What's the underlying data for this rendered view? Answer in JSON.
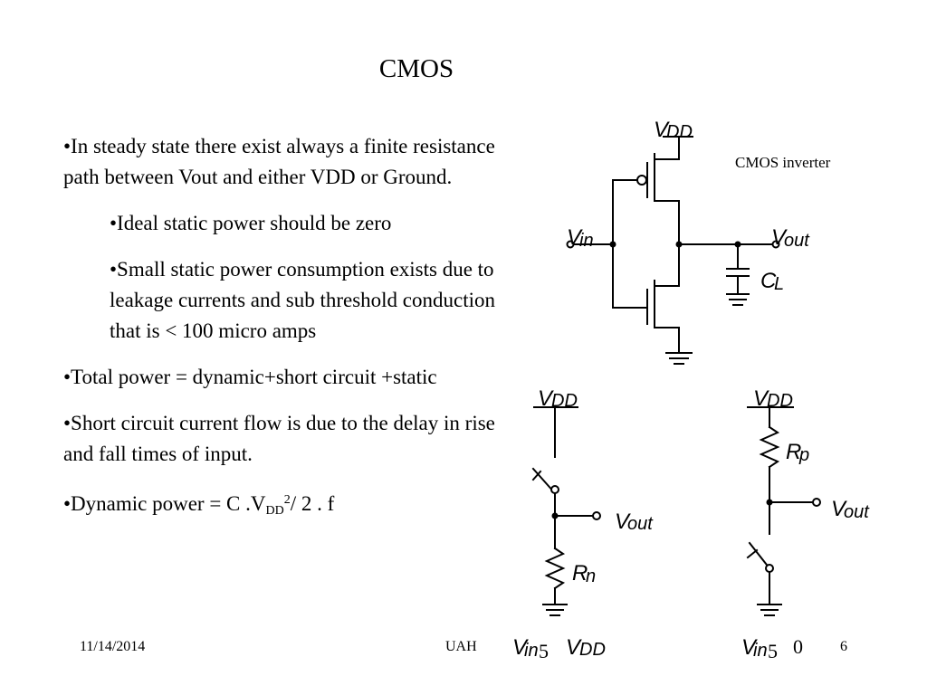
{
  "slide": {
    "title": "CMOS",
    "bullets": {
      "b1": "•In steady state there exist always a finite resistance path  between Vout and either VDD or Ground.",
      "b2": "•Ideal static power should be zero",
      "b3": "•Small static power consumption exists due to leakage currents and sub threshold conduction that is < 100 micro amps",
      "b4": "•Total power = dynamic+short circuit +static",
      "b5": "•Short circuit current flow is due to the delay in rise and fall times of input.",
      "b6_prefix": "•Dynamic power = C .V",
      "b6_sub": "DD",
      "b6_sup": "2",
      "b6_suffix": "/ 2 . f"
    },
    "caption": "CMOS inverter",
    "footer": {
      "date": "11/14/2014",
      "org": "UAH",
      "page": "6"
    }
  },
  "schematic": {
    "V": "V",
    "DD": "DD",
    "in": "in",
    "out": "out",
    "C": "C",
    "L": "L",
    "R": "R",
    "p": "p",
    "n": "n",
    "eq": "5",
    "zero": "0"
  }
}
